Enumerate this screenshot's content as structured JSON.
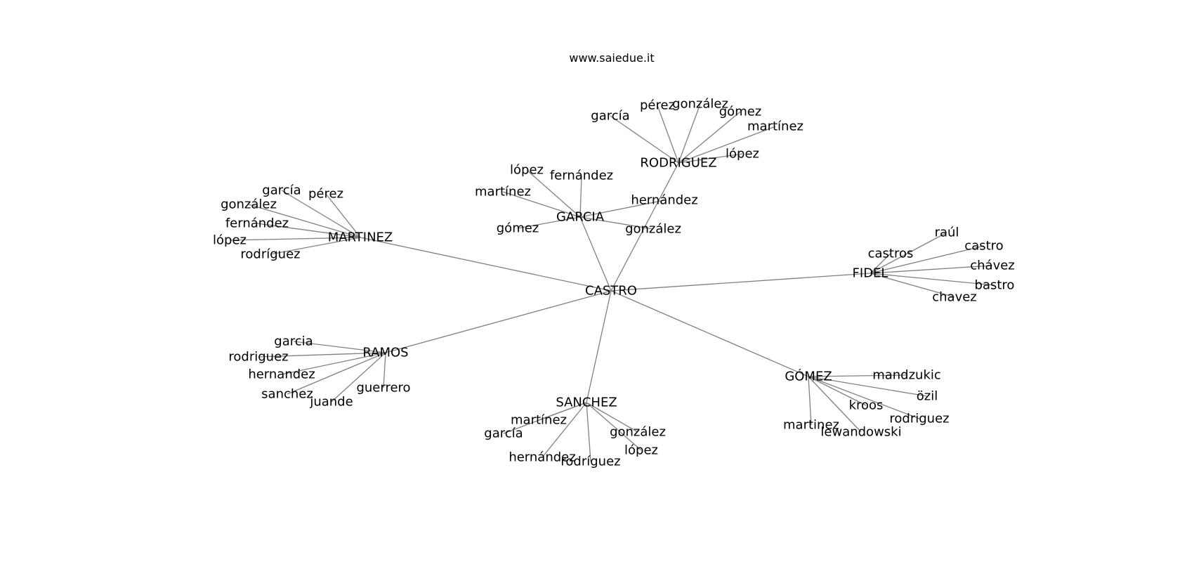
{
  "title": "www.saiedue.it",
  "colors": {
    "edge": "#808080",
    "label": "#000000",
    "background": "#ffffff"
  },
  "nodes": [
    {
      "id": "castro",
      "label": "CASTRO"
    },
    {
      "id": "martinez",
      "label": "MARTINEZ"
    },
    {
      "id": "garcia",
      "label": "GARCIA"
    },
    {
      "id": "rodriguez",
      "label": "RODRIGUEZ"
    },
    {
      "id": "fidel",
      "label": "FIDEL"
    },
    {
      "id": "ramos",
      "label": "RAMOS"
    },
    {
      "id": "sanchez",
      "label": "SANCHEZ"
    },
    {
      "id": "gomez",
      "label": "GÓMEZ"
    },
    {
      "id": "martinez-garcia",
      "label": "garcía"
    },
    {
      "id": "martinez-perez",
      "label": "pérez"
    },
    {
      "id": "martinez-gonzalez",
      "label": "gonzález"
    },
    {
      "id": "martinez-fernandez",
      "label": "fernández"
    },
    {
      "id": "martinez-lopez",
      "label": "lópez"
    },
    {
      "id": "martinez-rodriguez",
      "label": "rodríguez"
    },
    {
      "id": "garcia-lopez",
      "label": "lópez"
    },
    {
      "id": "garcia-fernandez",
      "label": "fernández"
    },
    {
      "id": "garcia-martinez",
      "label": "martínez"
    },
    {
      "id": "garcia-gomez",
      "label": "gómez"
    },
    {
      "id": "garcia-hernandez",
      "label": "hernández"
    },
    {
      "id": "garcia-gonzalez",
      "label": "gonzález"
    },
    {
      "id": "rodriguez-garcia",
      "label": "garcía"
    },
    {
      "id": "rodriguez-perez",
      "label": "pérez"
    },
    {
      "id": "rodriguez-gonzalez",
      "label": "gonzález"
    },
    {
      "id": "rodriguez-gomez",
      "label": "gómez"
    },
    {
      "id": "rodriguez-martinez",
      "label": "martínez"
    },
    {
      "id": "rodriguez-lopez",
      "label": "lópez"
    },
    {
      "id": "fidel-raul",
      "label": "raúl"
    },
    {
      "id": "fidel-castros",
      "label": "castros"
    },
    {
      "id": "fidel-castro",
      "label": "castro"
    },
    {
      "id": "fidel-chavez-acc",
      "label": "chávez"
    },
    {
      "id": "fidel-bastro",
      "label": "bastro"
    },
    {
      "id": "fidel-chavez",
      "label": "chavez"
    },
    {
      "id": "ramos-garcia",
      "label": "garcia"
    },
    {
      "id": "ramos-rodriguez",
      "label": "rodriguez"
    },
    {
      "id": "ramos-hernandez",
      "label": "hernandez"
    },
    {
      "id": "ramos-sanchez",
      "label": "sanchez"
    },
    {
      "id": "ramos-juande",
      "label": "juande"
    },
    {
      "id": "ramos-guerrero",
      "label": "guerrero"
    },
    {
      "id": "sanchez-martinez",
      "label": "martínez"
    },
    {
      "id": "sanchez-garcia",
      "label": "garcía"
    },
    {
      "id": "sanchez-hernandez",
      "label": "hernández"
    },
    {
      "id": "sanchez-rodriguez",
      "label": "rodríguez"
    },
    {
      "id": "sanchez-gonzalez",
      "label": "gonzález"
    },
    {
      "id": "sanchez-lopez",
      "label": "lópez"
    },
    {
      "id": "gomez-mandzukic",
      "label": "mandzukic"
    },
    {
      "id": "gomez-ozil",
      "label": "özil"
    },
    {
      "id": "gomez-kroos",
      "label": "kroos"
    },
    {
      "id": "gomez-rodriguez",
      "label": "rodriguez"
    },
    {
      "id": "gomez-martinez",
      "label": "martinez"
    },
    {
      "id": "gomez-lewandowski",
      "label": "lewandowski"
    }
  ],
  "edges": [
    [
      "castro",
      "martinez"
    ],
    [
      "castro",
      "garcia"
    ],
    [
      "castro",
      "rodriguez"
    ],
    [
      "castro",
      "fidel"
    ],
    [
      "castro",
      "ramos"
    ],
    [
      "castro",
      "sanchez"
    ],
    [
      "castro",
      "gomez"
    ],
    [
      "martinez",
      "martinez-garcia"
    ],
    [
      "martinez",
      "martinez-perez"
    ],
    [
      "martinez",
      "martinez-gonzalez"
    ],
    [
      "martinez",
      "martinez-fernandez"
    ],
    [
      "martinez",
      "martinez-lopez"
    ],
    [
      "martinez",
      "martinez-rodriguez"
    ],
    [
      "garcia",
      "garcia-lopez"
    ],
    [
      "garcia",
      "garcia-fernandez"
    ],
    [
      "garcia",
      "garcia-martinez"
    ],
    [
      "garcia",
      "garcia-gomez"
    ],
    [
      "garcia",
      "garcia-hernandez"
    ],
    [
      "garcia",
      "garcia-gonzalez"
    ],
    [
      "rodriguez",
      "rodriguez-garcia"
    ],
    [
      "rodriguez",
      "rodriguez-perez"
    ],
    [
      "rodriguez",
      "rodriguez-gonzalez"
    ],
    [
      "rodriguez",
      "rodriguez-gomez"
    ],
    [
      "rodriguez",
      "rodriguez-martinez"
    ],
    [
      "rodriguez",
      "rodriguez-lopez"
    ],
    [
      "fidel",
      "fidel-raul"
    ],
    [
      "fidel",
      "fidel-castros"
    ],
    [
      "fidel",
      "fidel-castro"
    ],
    [
      "fidel",
      "fidel-chavez-acc"
    ],
    [
      "fidel",
      "fidel-bastro"
    ],
    [
      "fidel",
      "fidel-chavez"
    ],
    [
      "ramos",
      "ramos-garcia"
    ],
    [
      "ramos",
      "ramos-rodriguez"
    ],
    [
      "ramos",
      "ramos-hernandez"
    ],
    [
      "ramos",
      "ramos-sanchez"
    ],
    [
      "ramos",
      "ramos-juande"
    ],
    [
      "ramos",
      "ramos-guerrero"
    ],
    [
      "sanchez",
      "sanchez-martinez"
    ],
    [
      "sanchez",
      "sanchez-garcia"
    ],
    [
      "sanchez",
      "sanchez-hernandez"
    ],
    [
      "sanchez",
      "sanchez-rodriguez"
    ],
    [
      "sanchez",
      "sanchez-gonzalez"
    ],
    [
      "sanchez",
      "sanchez-lopez"
    ],
    [
      "gomez",
      "gomez-mandzukic"
    ],
    [
      "gomez",
      "gomez-ozil"
    ],
    [
      "gomez",
      "gomez-kroos"
    ],
    [
      "gomez",
      "gomez-rodriguez"
    ],
    [
      "gomez",
      "gomez-martinez"
    ],
    [
      "gomez",
      "gomez-lewandowski"
    ]
  ]
}
